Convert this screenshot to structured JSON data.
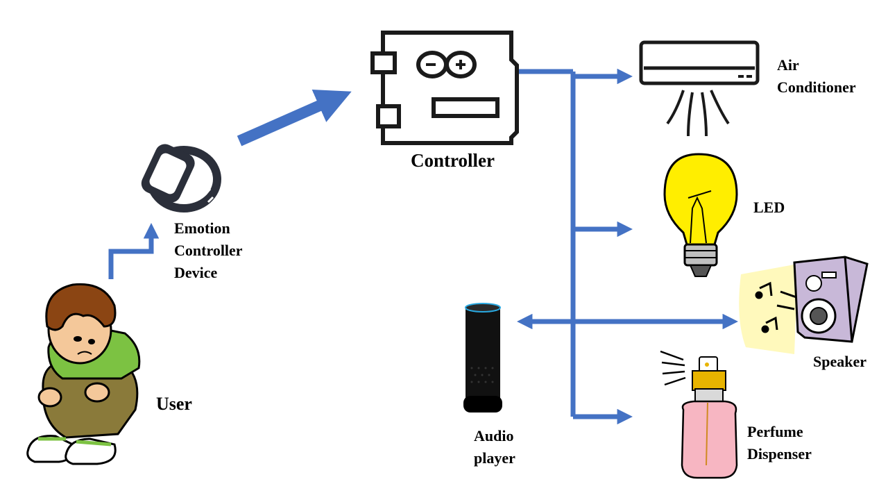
{
  "labels": {
    "user": "User",
    "emotion_device": [
      "Emotion",
      "Controller",
      "Device"
    ],
    "controller": "Controller",
    "air_conditioner": [
      "Air",
      "Conditioner"
    ],
    "led": "LED",
    "speaker": "Speaker",
    "audio_player": [
      "Audio",
      "player"
    ],
    "perfume_dispenser": [
      "Perfume",
      "Dispenser"
    ]
  },
  "colors": {
    "arrow": "#4472c4",
    "controller_icon": "#1a1a1a",
    "band_icon": "#2b2f3a",
    "bulb_yellow": "#ffee00",
    "shirt_green": "#7cc242",
    "pants_brown": "#8a7a3a",
    "hair_brown": "#8b4513",
    "perfume_pink": "#f7b6c2",
    "perfume_gold": "#e8b400",
    "speaker_lavender": "#c8b8d8"
  },
  "icons": [
    "sad-child-icon",
    "fitness-band-icon",
    "arduino-board-icon",
    "air-conditioner-icon",
    "light-bulb-icon",
    "speaker-icon",
    "smart-speaker-icon",
    "perfume-bottle-icon"
  ]
}
